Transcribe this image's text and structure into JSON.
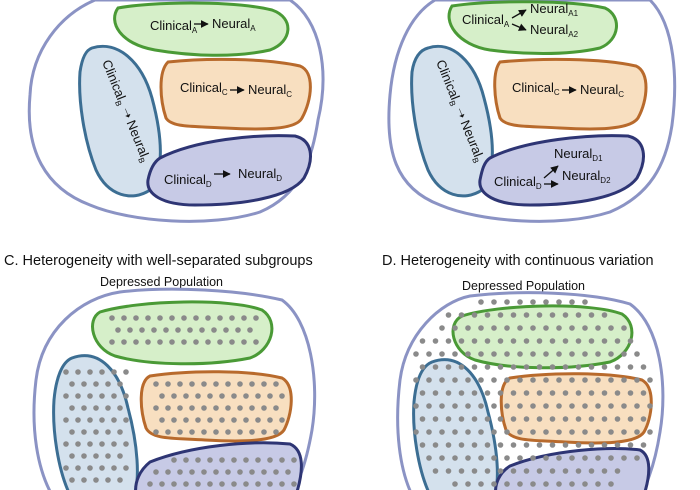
{
  "panel_a": {
    "g_a": {
      "clinical": "Clinical",
      "clinical_sub": "A",
      "neural": "Neural",
      "neural_sub": "A"
    },
    "g_b": {
      "clinical": "Clinical",
      "clinical_sub": "B",
      "neural": "Neural",
      "neural_sub": "B"
    },
    "g_c": {
      "clinical": "Clinical",
      "clinical_sub": "C",
      "neural": "Neural",
      "neural_sub": "C"
    },
    "g_d": {
      "clinical": "Clinical",
      "clinical_sub": "D",
      "neural": "Neural",
      "neural_sub": "D"
    }
  },
  "panel_b": {
    "g_a": {
      "clinical": "Clinical",
      "clinical_sub": "A",
      "neural1": "Neural",
      "neural1_sub": "A1",
      "neural2": "Neural",
      "neural2_sub": "A2"
    },
    "g_b": {
      "clinical": "Clinical",
      "clinical_sub": "B",
      "neural": "Neural",
      "neural_sub": "B"
    },
    "g_c": {
      "clinical": "Clinical",
      "clinical_sub": "C",
      "neural": "Neural",
      "neural_sub": "C"
    },
    "g_d": {
      "clinical": "Clinical",
      "clinical_sub": "D",
      "neural1": "Neural",
      "neural1_sub": "D1",
      "neural2": "Neural",
      "neural2_sub": "D2"
    }
  },
  "panel_c": {
    "heading": "C. Heterogeneity with well-separated subgroups",
    "population": "Depressed Population"
  },
  "panel_d": {
    "heading": "D. Heterogeneity with continuous variation",
    "population": "Depressed Population"
  },
  "colors": {
    "population_fill": "#ffffff",
    "population_stroke": "#8b93c4",
    "green_fill": "#d6efc9",
    "green_stroke": "#4a9a36",
    "blue_fill": "#d4e1ed",
    "blue_stroke": "#3c6e93",
    "orange_fill": "#f8dfc0",
    "orange_stroke": "#b86a2c",
    "purple_fill": "#c7cae6",
    "purple_stroke": "#2e3574",
    "dot": "#8a8a8a"
  }
}
